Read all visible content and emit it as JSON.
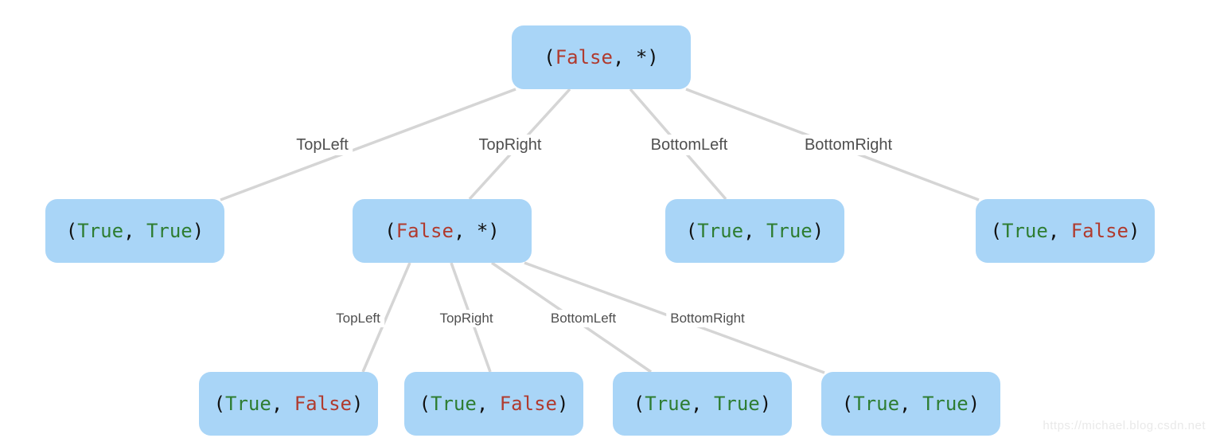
{
  "diagram": {
    "type": "quadtree",
    "punctuation": {
      "open": "(",
      "separator": ", ",
      "close": ")"
    },
    "root": {
      "left": "False",
      "right": "*"
    },
    "level2": [
      {
        "edge_label": "TopLeft",
        "left": "True",
        "right": "True"
      },
      {
        "edge_label": "TopRight",
        "left": "False",
        "right": "*"
      },
      {
        "edge_label": "BottomLeft",
        "left": "True",
        "right": "True"
      },
      {
        "edge_label": "BottomRight",
        "left": "True",
        "right": "False"
      }
    ],
    "level3": [
      {
        "edge_label": "TopLeft",
        "left": "True",
        "right": "False"
      },
      {
        "edge_label": "TopRight",
        "left": "True",
        "right": "False"
      },
      {
        "edge_label": "BottomLeft",
        "left": "True",
        "right": "True"
      },
      {
        "edge_label": "BottomRight",
        "left": "True",
        "right": "True"
      }
    ]
  },
  "colors": {
    "node_bg": "#a9d5f7",
    "edge_line": "#d5d5d5",
    "edge_label_text": "#4f4f4f",
    "true_text": "#2e7d32",
    "false_text": "#b03a2e",
    "plain_text": "#111111",
    "watermark_text": "#e9e9e9"
  },
  "watermark": "https://michael.blog.csdn.net"
}
